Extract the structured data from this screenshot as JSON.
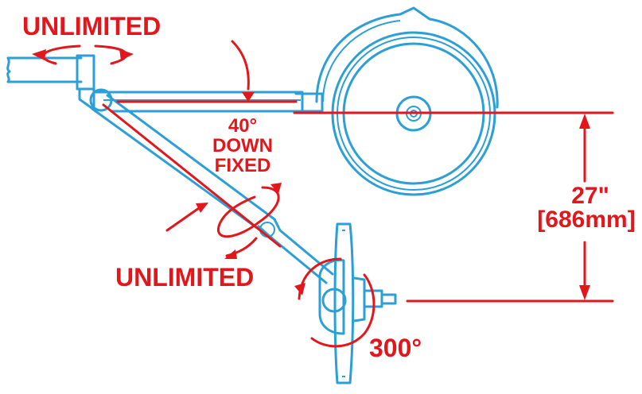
{
  "labels": {
    "top_rotation": "UNLIMITED",
    "arm_angle_line1": "40°",
    "arm_angle_line2": "DOWN",
    "arm_angle_line3": "FIXED",
    "lower_rotation": "UNLIMITED",
    "dimension_imperial": "27\"",
    "dimension_metric": "[686mm]",
    "head_rotation": "300°"
  },
  "colors": {
    "annotation": "#e3161b",
    "structure": "#2c9fd6",
    "background": "#ffffff"
  }
}
